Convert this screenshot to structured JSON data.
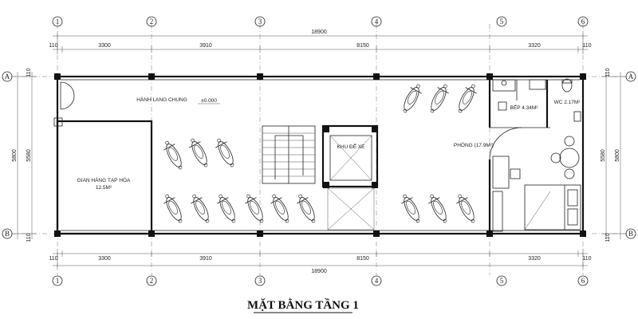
{
  "title": "MẶT BẰNG TẦNG 1",
  "grid_ids": [
    "1",
    "2",
    "3",
    "4",
    "5",
    "6"
  ],
  "row_ids": [
    "A",
    "B"
  ],
  "dimensions": {
    "overall": "18900",
    "bays": [
      "3300",
      "3910",
      "8150",
      "3320"
    ],
    "edge": "110",
    "depth_outer": "5800",
    "depth_inner": "5580"
  },
  "rooms": {
    "corridor": "HÀNH LANG CHUNG",
    "level": "±0.000",
    "shop": "GIAN HÀNG TẠP HÓA",
    "shop_area": "12.5M²",
    "lift": "KHU ĐỂ XE",
    "kitchen": "BẾP 4.34M²",
    "wc": "WC 2.17M²",
    "bedroom": "PHÒNG (17.9M²)"
  },
  "colors": {
    "line": "#111111",
    "background": "#ffffff"
  }
}
